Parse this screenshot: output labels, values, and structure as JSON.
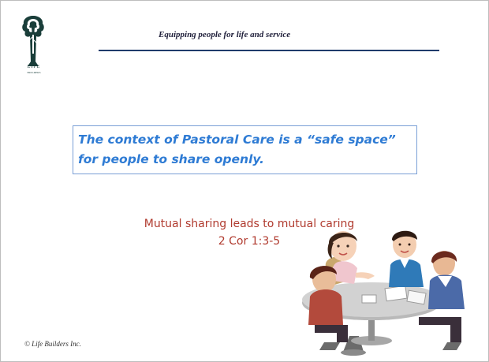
{
  "header": {
    "logo_word": "LIFE",
    "logo_sub": "BUILDERS",
    "tagline": "Equipping people for life and service"
  },
  "callout": {
    "line1": "The context of Pastoral Care is a “safe space”",
    "line2": "for people to share openly."
  },
  "body": {
    "line1": "Mutual sharing leads to mutual caring",
    "line2": "2 Cor 1:3-5"
  },
  "footer": {
    "copyright": "© Life Builders Inc."
  },
  "colors": {
    "accent_blue": "#2e7bd4",
    "accent_red": "#b03a2e",
    "rule": "#1f3b6b",
    "logo": "#1a3e3a"
  }
}
